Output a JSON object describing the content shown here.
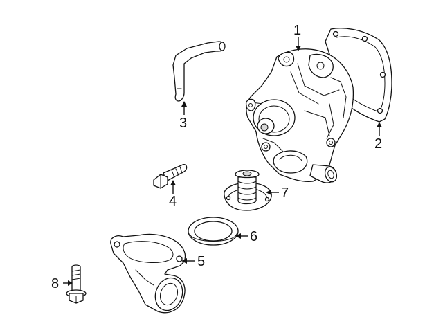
{
  "diagram": {
    "callouts": [
      {
        "id": "1",
        "label": "1"
      },
      {
        "id": "2",
        "label": "2"
      },
      {
        "id": "3",
        "label": "3"
      },
      {
        "id": "4",
        "label": "4"
      },
      {
        "id": "5",
        "label": "5"
      },
      {
        "id": "6",
        "label": "6"
      },
      {
        "id": "7",
        "label": "7"
      },
      {
        "id": "8",
        "label": "8"
      }
    ],
    "colors": {
      "line": "#111111",
      "background": "#ffffff",
      "shading": "#d8d8d8"
    }
  }
}
